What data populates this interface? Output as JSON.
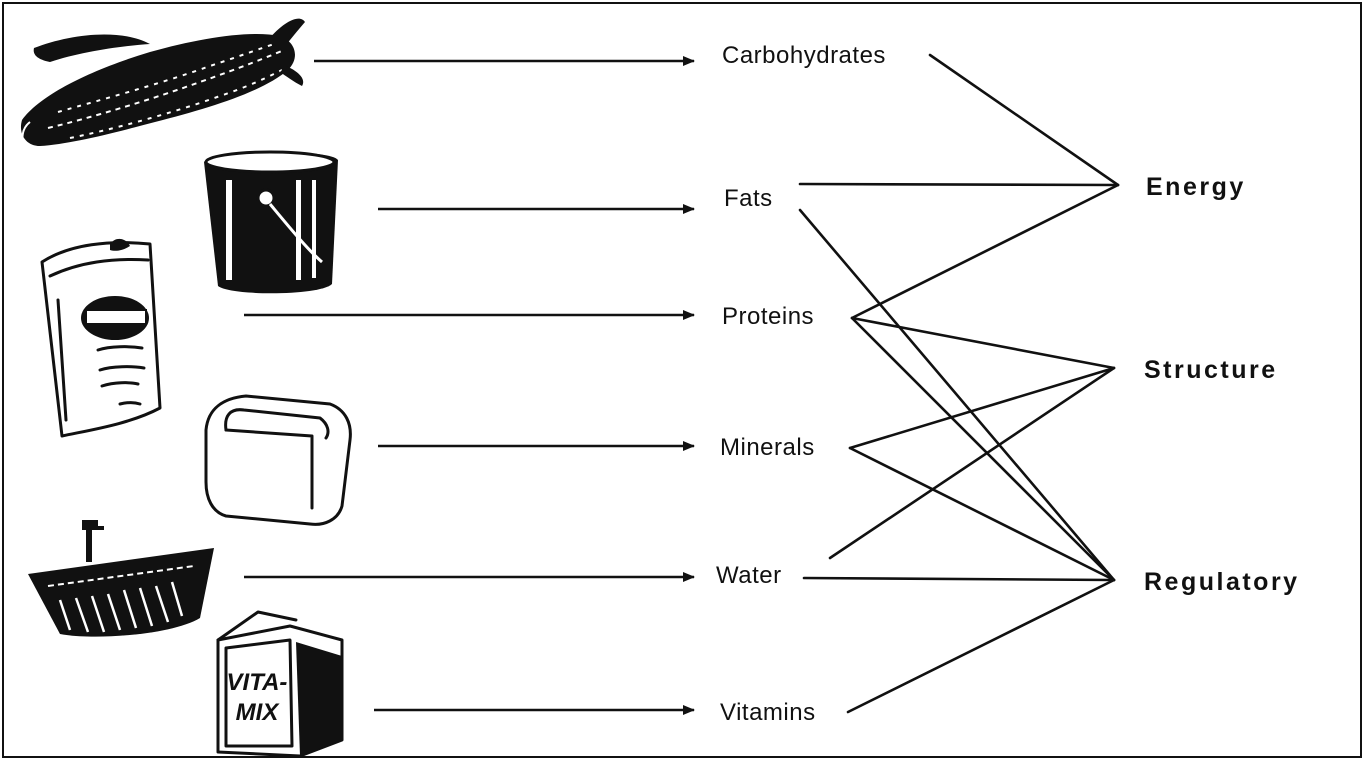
{
  "nutrients": [
    {
      "id": "carbohydrates",
      "label": "Carbohydrates",
      "food_icon": "corn-icon"
    },
    {
      "id": "fats",
      "label": "Fats",
      "food_icon": "lard-bucket-icon"
    },
    {
      "id": "proteins",
      "label": "Proteins",
      "food_icon": "flour-bag-icon"
    },
    {
      "id": "minerals",
      "label": "Minerals",
      "food_icon": "salt-cube-icon"
    },
    {
      "id": "water",
      "label": "Water",
      "food_icon": "water-trough-icon"
    },
    {
      "id": "vitamins",
      "label": "Vitamins",
      "food_icon": "vitamin-carton-icon"
    }
  ],
  "functions": [
    {
      "id": "energy",
      "label": "Energy"
    },
    {
      "id": "structure",
      "label": "Structure"
    },
    {
      "id": "regulatory",
      "label": "Regulatory"
    }
  ],
  "carton_text": [
    "VITA-",
    "MIX"
  ],
  "links": [
    {
      "from": "carbohydrates",
      "to": "energy"
    },
    {
      "from": "fats",
      "to": "energy"
    },
    {
      "from": "fats",
      "to": "regulatory"
    },
    {
      "from": "proteins",
      "to": "energy"
    },
    {
      "from": "proteins",
      "to": "structure"
    },
    {
      "from": "proteins",
      "to": "regulatory"
    },
    {
      "from": "minerals",
      "to": "structure"
    },
    {
      "from": "minerals",
      "to": "regulatory"
    },
    {
      "from": "water",
      "to": "structure"
    },
    {
      "from": "water",
      "to": "regulatory"
    },
    {
      "from": "vitamins",
      "to": "regulatory"
    }
  ]
}
